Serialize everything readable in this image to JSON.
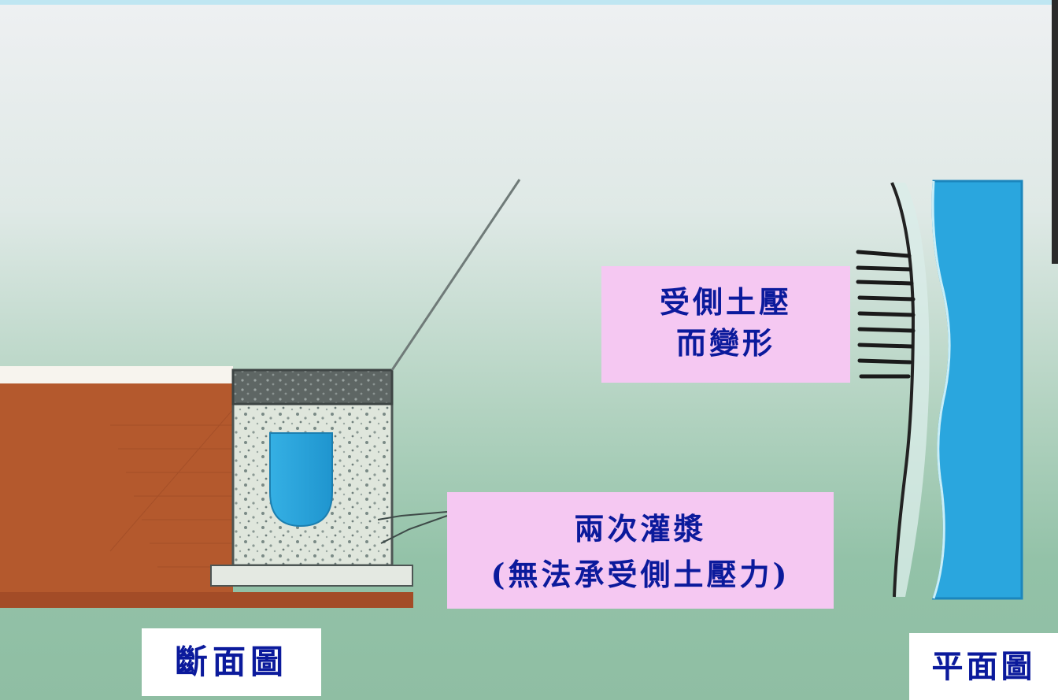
{
  "labels": {
    "lateral_line1": "受側土壓",
    "lateral_line2": "而變形",
    "grout_line1": "兩次灌漿",
    "grout_line2": "(無法承受側土壓力)"
  },
  "captions": {
    "section": "斷面圖",
    "plan": "平面圖"
  },
  "colors": {
    "soil": "#b4592d",
    "water": "#2aa6de",
    "label_background": "#f5c8f2",
    "text": "#0b1a9c"
  }
}
